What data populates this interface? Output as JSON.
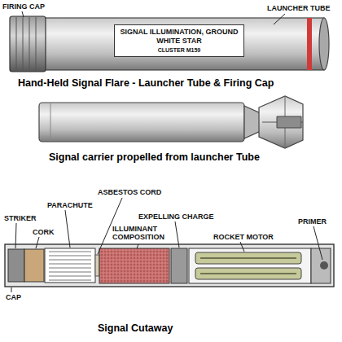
{
  "diagram": {
    "nodes": [
      {
        "text": [
          "SIGNAL ILLUMINATION, GROUND WHITE STAR",
          "CLUSTER M159"
        ]
      }
    ],
    "labels": [
      "FIRING CAP",
      "LAUNCHER TUBE",
      "Hand-Held Signal Flare - Launcher Tube & Firing Cap",
      "Signal carrier propelled from launcher Tube",
      "ASBESTOS CORD",
      "PARACHUTE",
      "STRIKER",
      "EXPELLING CHARGE",
      "PRIMER",
      "CORK",
      "ILLUMINANT COMPOSITION",
      "ROCKET MOTOR",
      "CAP",
      "Signal Cutaway"
    ]
  }
}
